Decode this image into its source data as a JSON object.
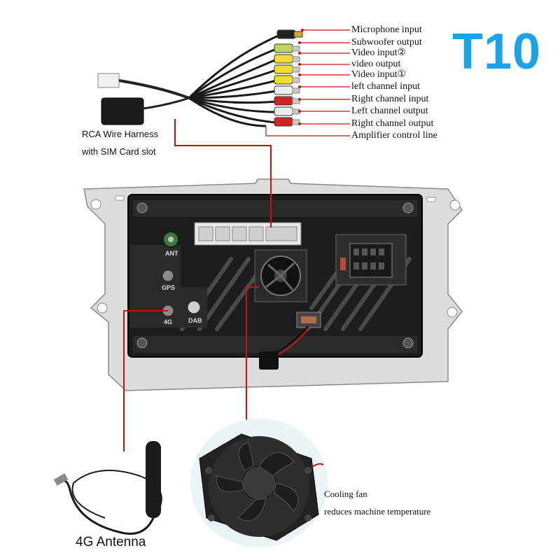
{
  "brand": {
    "model": "T10",
    "color": "#1aa3e8"
  },
  "harness": {
    "caption_line1": "RCA Wire Harness",
    "caption_line2": "with SIM Card slot",
    "labels": [
      "Microphone input",
      "Subwoofer output",
      "Video input②",
      "video output",
      "Video input①",
      "left channel input",
      "Right channel input",
      "Left channel output",
      "Right channel output",
      "Amplifier control line"
    ]
  },
  "unit": {
    "port_labels": {
      "ant": "ANT",
      "gps": "GPS",
      "4g": "4G",
      "dab": "DAB"
    }
  },
  "fan": {
    "caption_line1": "Cooling fan",
    "caption_line2": "reduces machine temperature"
  },
  "antenna": {
    "caption": "4G Antenna"
  },
  "colors": {
    "leader": "#cc1111",
    "chassis": "#1c1c1c",
    "bracket": "#d9d9d9"
  }
}
